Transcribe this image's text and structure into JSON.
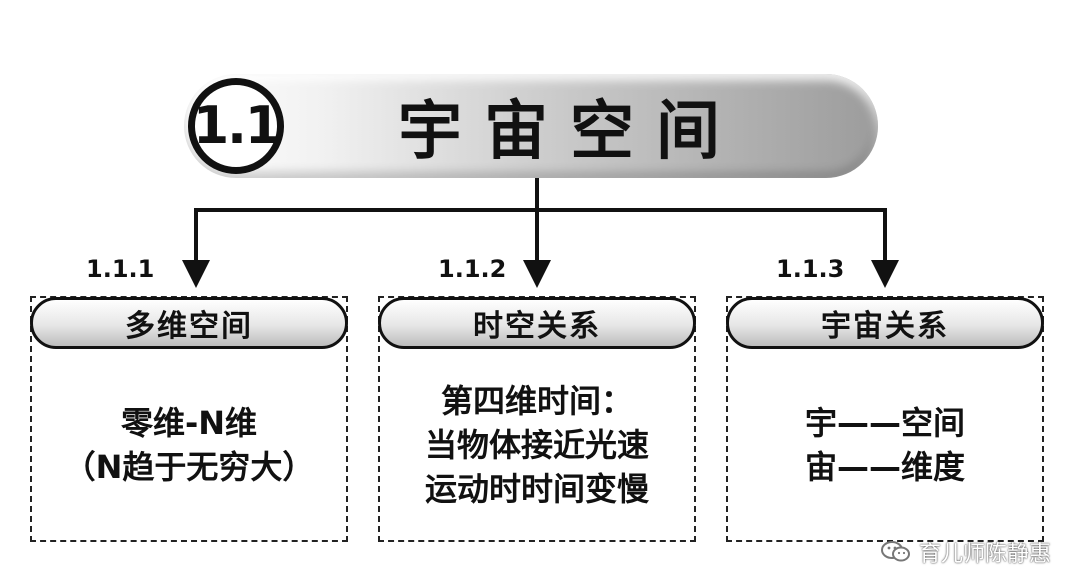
{
  "title": {
    "number": "1.1",
    "text": "宇宙空间"
  },
  "branches": [
    {
      "number": "1.1.1",
      "header": "多维空间",
      "lines": [
        "零维-N维",
        "（N趋于无穷大）"
      ]
    },
    {
      "number": "1.1.2",
      "header": "时空关系",
      "lines": [
        "第四维时间：",
        "当物体接近光速",
        "运动时时间变慢"
      ]
    },
    {
      "number": "1.1.3",
      "header": "宇宙关系",
      "lines": [
        "宇——空间",
        "宙——维度"
      ]
    }
  ],
  "watermark": {
    "text": "育儿师陈静惠",
    "icon": "wechat-icon"
  },
  "colors": {
    "ink": "#111111",
    "banner_light": "#f1f1f1",
    "banner_dark": "#9c9c9c"
  }
}
